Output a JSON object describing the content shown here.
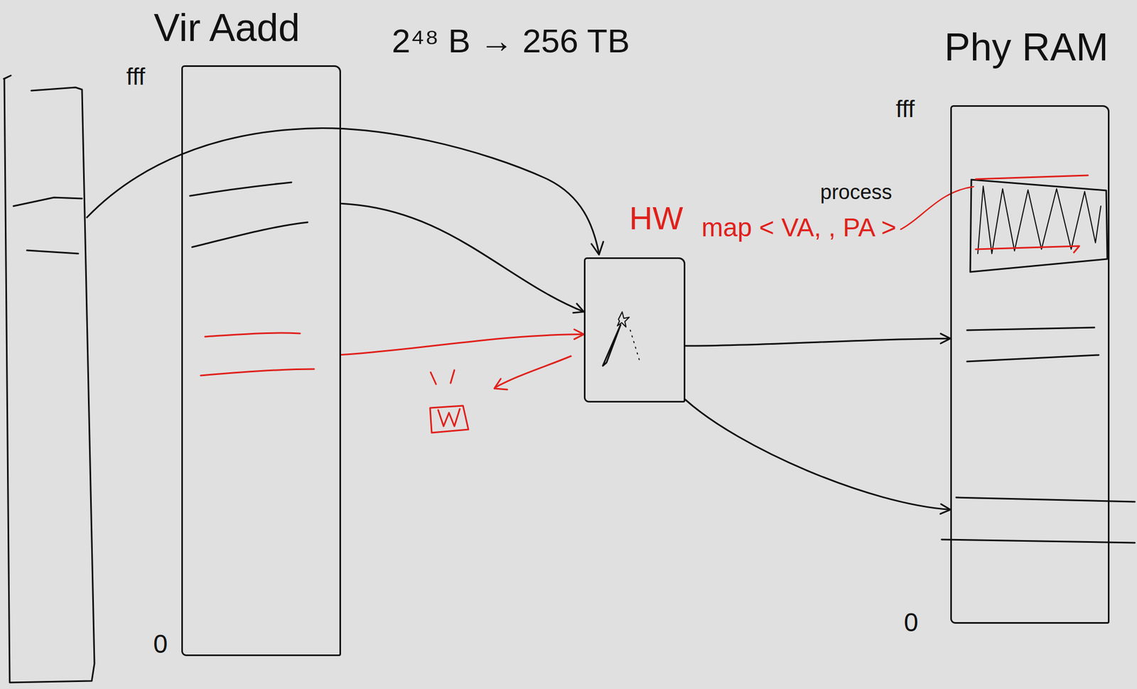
{
  "diagram": {
    "nodes": [
      {
        "text": [
          "Vir Aadd"
        ]
      },
      {
        "text": [
          "HW"
        ]
      },
      {
        "text": [
          "Phy RAM"
        ]
      }
    ],
    "edges": [
      {
        "from": 0,
        "to": 1,
        "arrow": "to"
      },
      {
        "from": 0,
        "to": 1,
        "arrow": "to"
      },
      {
        "from": 1,
        "to": 2,
        "arrow": "to"
      },
      {
        "from": 1,
        "to": 2,
        "arrow": "to"
      }
    ],
    "labels": [
      "2⁴⁸ B → 256 TB",
      "fff",
      "0",
      "fff",
      "0",
      "map < VA, , PA >",
      "process"
    ]
  }
}
